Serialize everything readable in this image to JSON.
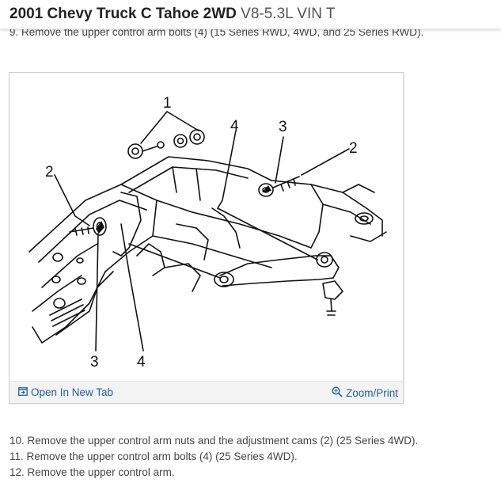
{
  "header": {
    "title_bold": "2001 Chevy Truck C Tahoe 2WD",
    "title_light": "V8-5.3L VIN T"
  },
  "steps_above": [
    "9. Remove the upper control arm bolts (4) (15 Series RWD, 4WD, and 25 Series RWD)."
  ],
  "figure": {
    "callouts": [
      "1",
      "2",
      "2",
      "3",
      "3",
      "4",
      "4"
    ],
    "open_tab_label": "Open In New Tab",
    "zoom_label": "Zoom/Print",
    "link_color": "#1f5fa8"
  },
  "steps_below": [
    "10. Remove the upper control arm nuts and the adjustment cams (2) (25 Series 4WD).",
    "11. Remove the upper control arm bolts (4) (25 Series 4WD).",
    "12. Remove the upper control arm."
  ],
  "icons": [
    "open-new-tab-icon",
    "zoom-icon"
  ]
}
